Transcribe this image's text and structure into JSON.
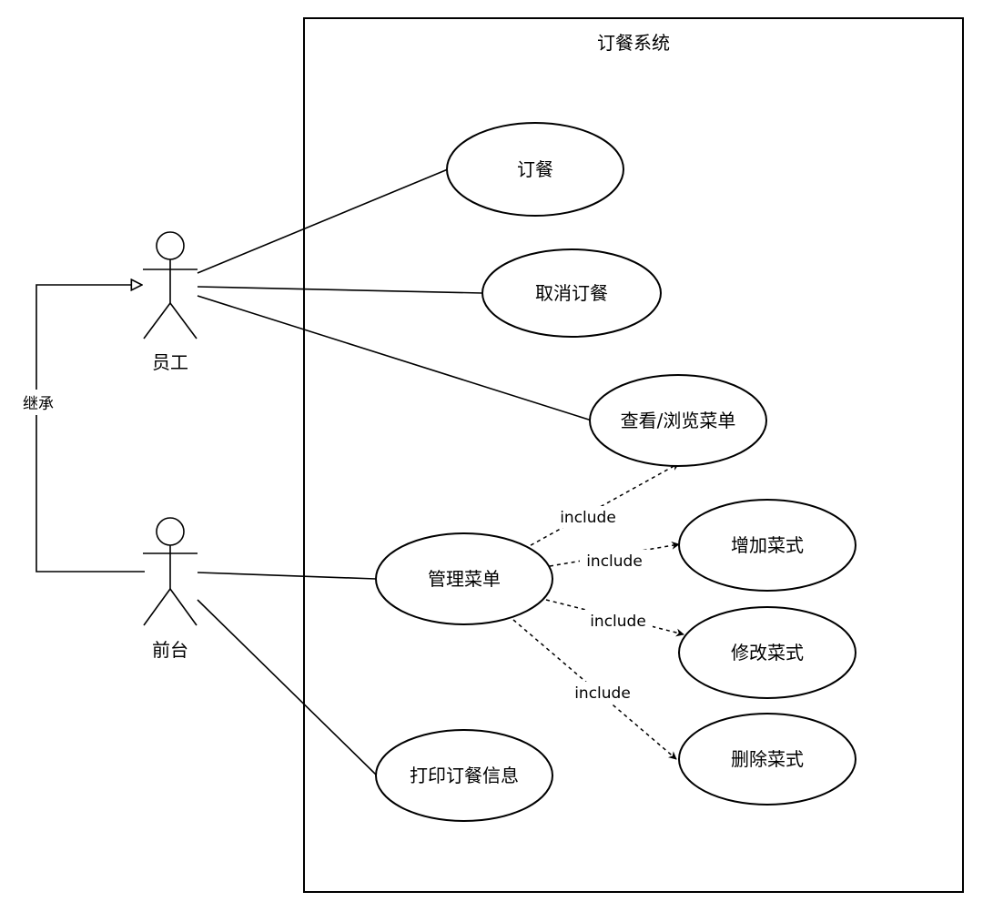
{
  "system": {
    "title": "订餐系统"
  },
  "actors": {
    "employee": {
      "label": "员工"
    },
    "frontdesk": {
      "label": "前台"
    }
  },
  "generalization": {
    "label": "继承"
  },
  "use_cases": {
    "order": "订餐",
    "cancel_order": "取消订餐",
    "view_menu": "查看/浏览菜单",
    "manage_menu": "管理菜单",
    "add_dish": "增加菜式",
    "modify_dish": "修改菜式",
    "delete_dish": "删除菜式",
    "print_order": "打印订餐信息"
  },
  "include_label": "include"
}
